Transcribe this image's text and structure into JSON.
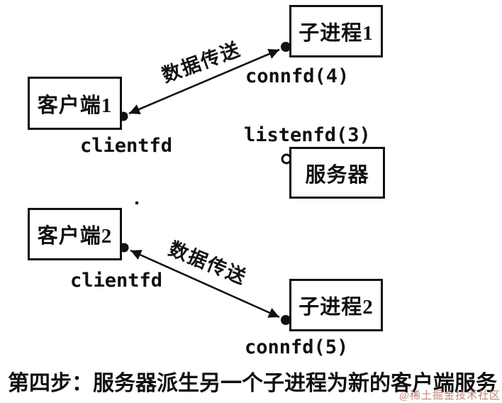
{
  "diagram": {
    "title_caption": "第四步：服务器派生另一个子进程为新的客户端服务",
    "watermark": "@稀土掘金技术社区",
    "boxes": {
      "client1": {
        "label": "客户端1"
      },
      "client2": {
        "label": "客户端2"
      },
      "child1": {
        "label": "子进程1"
      },
      "child2": {
        "label": "子进程2"
      },
      "server": {
        "label": "服务器"
      }
    },
    "fd_labels": {
      "clientfd1": "clientfd",
      "clientfd2": "clientfd",
      "connfd4": "connfd(4)",
      "listenfd3": "listenfd(3)",
      "connfd5": "connfd(5)"
    },
    "arrows": {
      "top": {
        "label": "数据传送",
        "from": "客户端1",
        "to": "子进程1",
        "double_headed": true
      },
      "bottom": {
        "label": "数据传送",
        "from": "客户端2",
        "to": "子进程2",
        "double_headed": true
      }
    },
    "colors": {
      "ink": "#111111",
      "background": "#ffffff",
      "watermark": "#b5705f"
    }
  }
}
